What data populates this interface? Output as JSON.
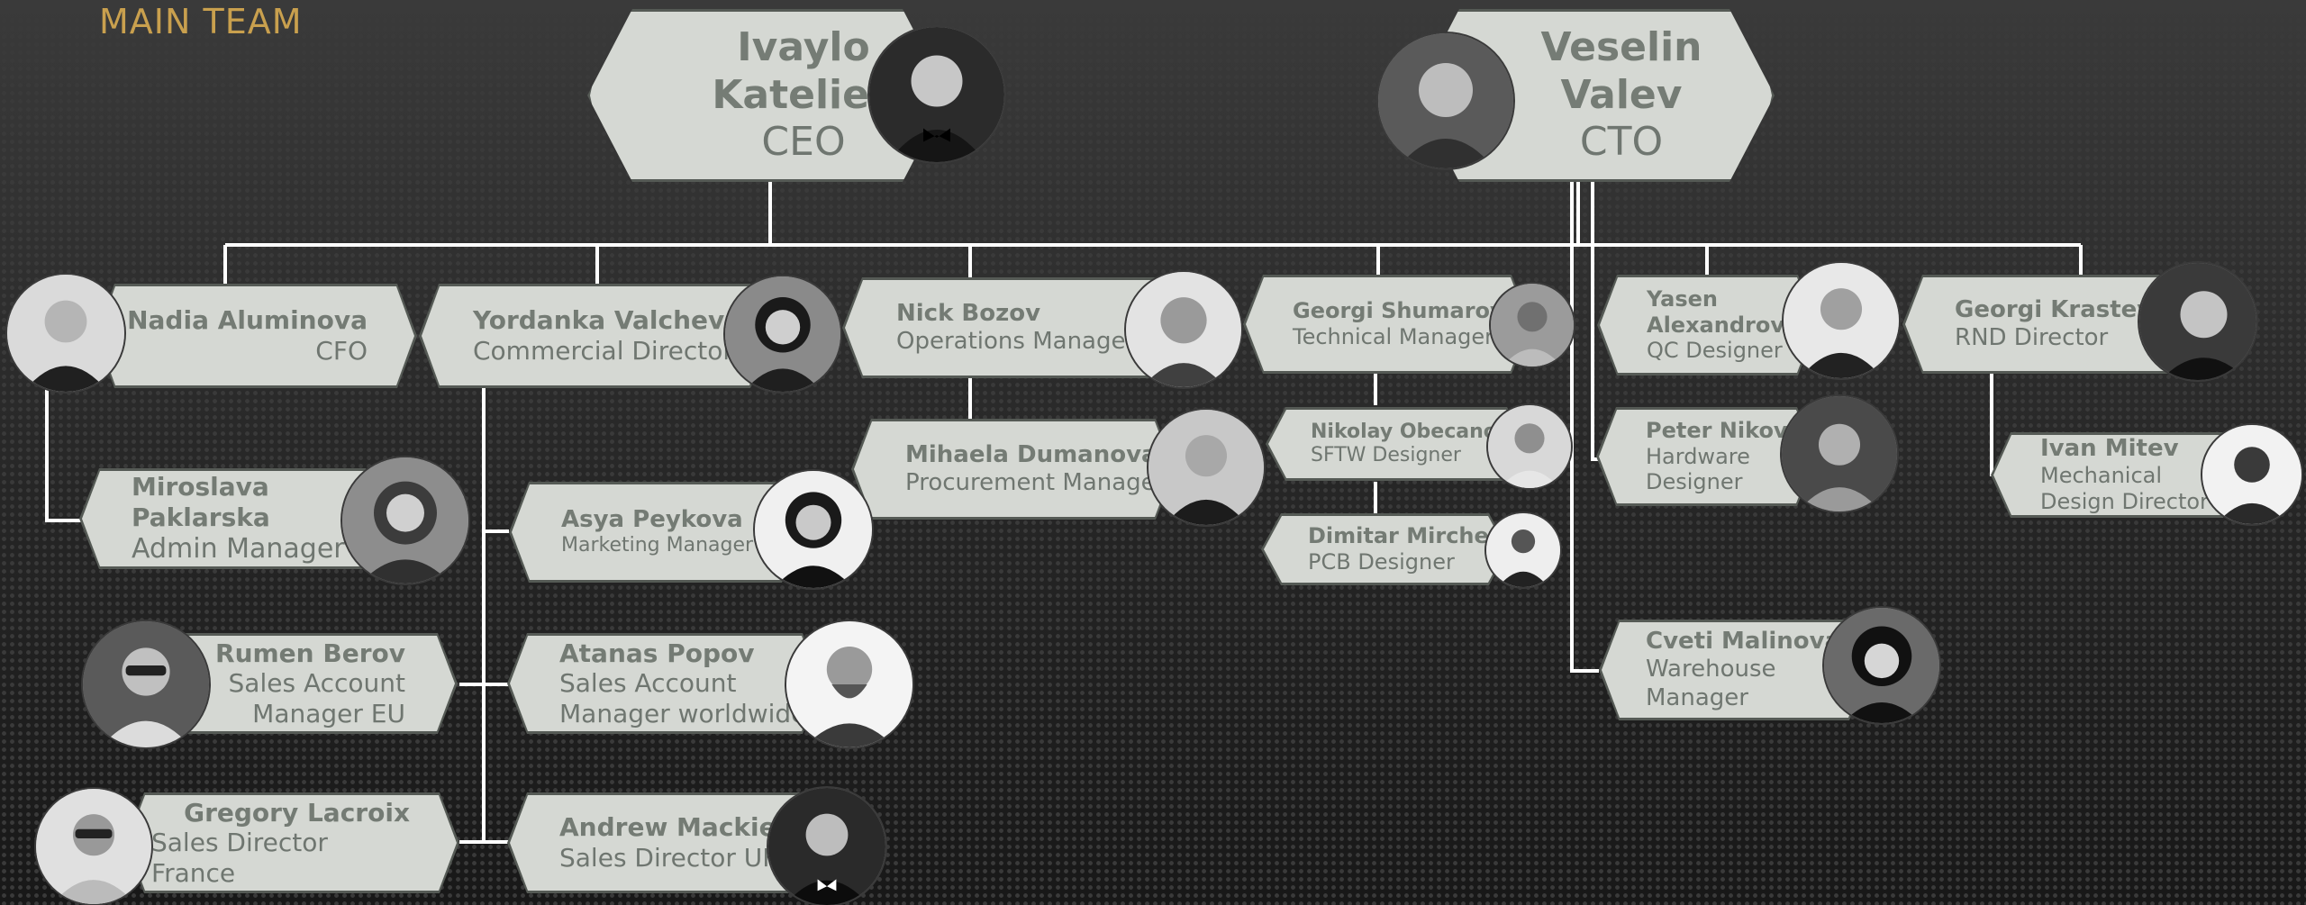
{
  "header": {
    "title": "MAIN TEAM"
  },
  "people": {
    "ceo": {
      "name": "Ivaylo Kateliev",
      "name1": "Ivaylo",
      "name2": "Kateliev",
      "role": "CEO",
      "avatar_icon": "person-portrait-icon"
    },
    "cto": {
      "name": "Veselin Valev",
      "name1": "Veselin",
      "name2": "Valev",
      "role": "CTO",
      "avatar_icon": "person-portrait-icon"
    },
    "nadia": {
      "name": "Nadia Aluminova",
      "role": "CFO"
    },
    "yordanka": {
      "name": "Yordanka Valcheva",
      "role": "Commercial Director"
    },
    "nick": {
      "name": "Nick Bozov",
      "role": "Operations Manager"
    },
    "georgi_s": {
      "name": "Georgi Shumarov",
      "role": "Technical Manager"
    },
    "yasen": {
      "name1": "Yasen",
      "name2": "Alexandrov",
      "role": "QC Designer"
    },
    "georgi_k": {
      "name": "Georgi Krastev",
      "role": "RND Director"
    },
    "miroslava": {
      "name1": "Miroslava",
      "name2": "Paklarska",
      "role": "Admin Manager"
    },
    "asya": {
      "name": "Asya Peykova",
      "role": "Marketing Manager"
    },
    "mihaela": {
      "name": "Mihaela Dumanova",
      "role": "Procurement Manager"
    },
    "nikolay": {
      "name": "Nikolay Obecanov",
      "role": "SFTW Designer"
    },
    "dimitar": {
      "name": "Dimitar Mirchev",
      "role": "PCB Designer"
    },
    "peter": {
      "name": "Peter Nikov",
      "role1": "Hardware",
      "role2": "Designer"
    },
    "ivan": {
      "name": "Ivan Mitev",
      "role1": "Mechanical",
      "role2": "Design Director"
    },
    "rumen": {
      "name": "Rumen Berov",
      "role1": "Sales Account",
      "role2": "Manager EU"
    },
    "atanas": {
      "name": "Atanas Popov",
      "role1": "Sales Account",
      "role2": "Manager worldwide"
    },
    "cveti": {
      "name": "Cveti Malinova",
      "role1": "Warehouse",
      "role2": "Manager"
    },
    "gregory": {
      "name": "Gregory Lacroix",
      "role": "Sales Director France"
    },
    "andrew": {
      "name": "Andrew Mackie",
      "role": "Sales Director UK"
    }
  }
}
